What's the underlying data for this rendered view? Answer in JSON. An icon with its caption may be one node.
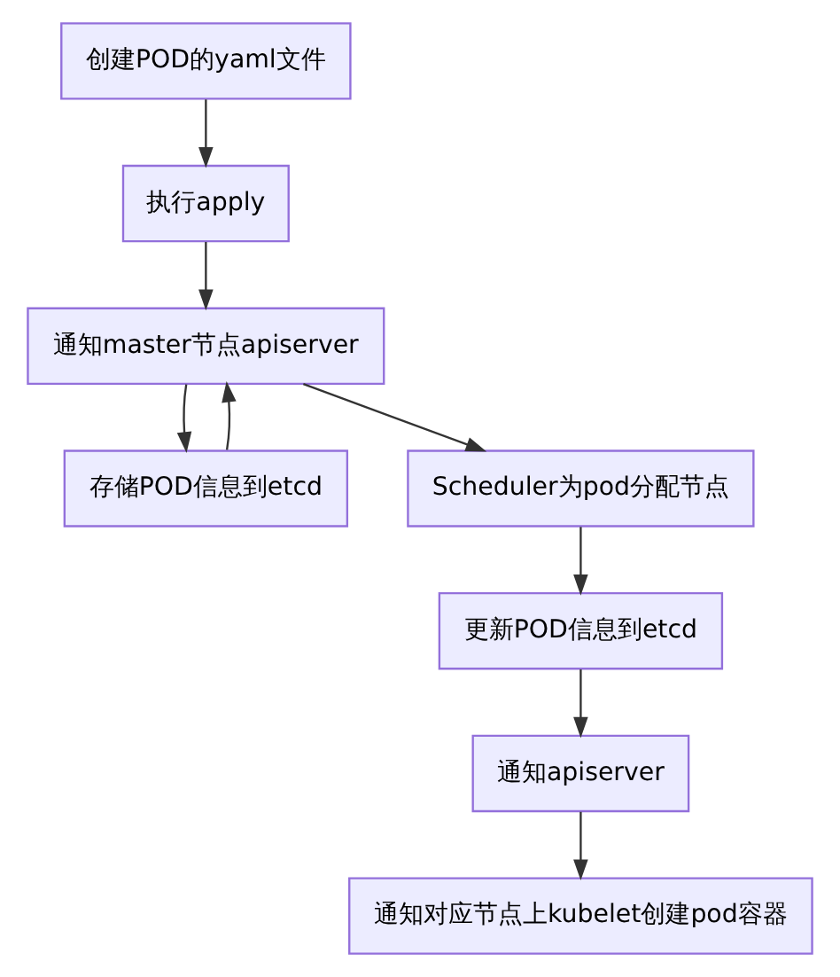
{
  "diagram": {
    "nodes": [
      {
        "text": [
          "创建POD的yaml文件"
        ]
      },
      {
        "text": [
          "执行apply"
        ]
      },
      {
        "text": [
          "通知master节点apiserver"
        ]
      },
      {
        "text": [
          "存储POD信息到etcd"
        ]
      },
      {
        "text": [
          "Scheduler为pod分配节点"
        ]
      },
      {
        "text": [
          "更新POD信息到etcd"
        ]
      },
      {
        "text": [
          "通知apiserver"
        ]
      },
      {
        "text": [
          "通知对应节点上kubelet创建pod容器"
        ]
      }
    ],
    "edges": [
      {
        "from": 0,
        "to": 1,
        "arrow": "to"
      },
      {
        "from": 1,
        "to": 2,
        "arrow": "to"
      },
      {
        "from": 2,
        "to": 3,
        "arrow": "to"
      },
      {
        "from": 3,
        "to": 2,
        "arrow": "to"
      },
      {
        "from": 2,
        "to": 4,
        "arrow": "to"
      },
      {
        "from": 4,
        "to": 5,
        "arrow": "to"
      },
      {
        "from": 5,
        "to": 6,
        "arrow": "to"
      },
      {
        "from": 6,
        "to": 7,
        "arrow": "to"
      }
    ]
  }
}
